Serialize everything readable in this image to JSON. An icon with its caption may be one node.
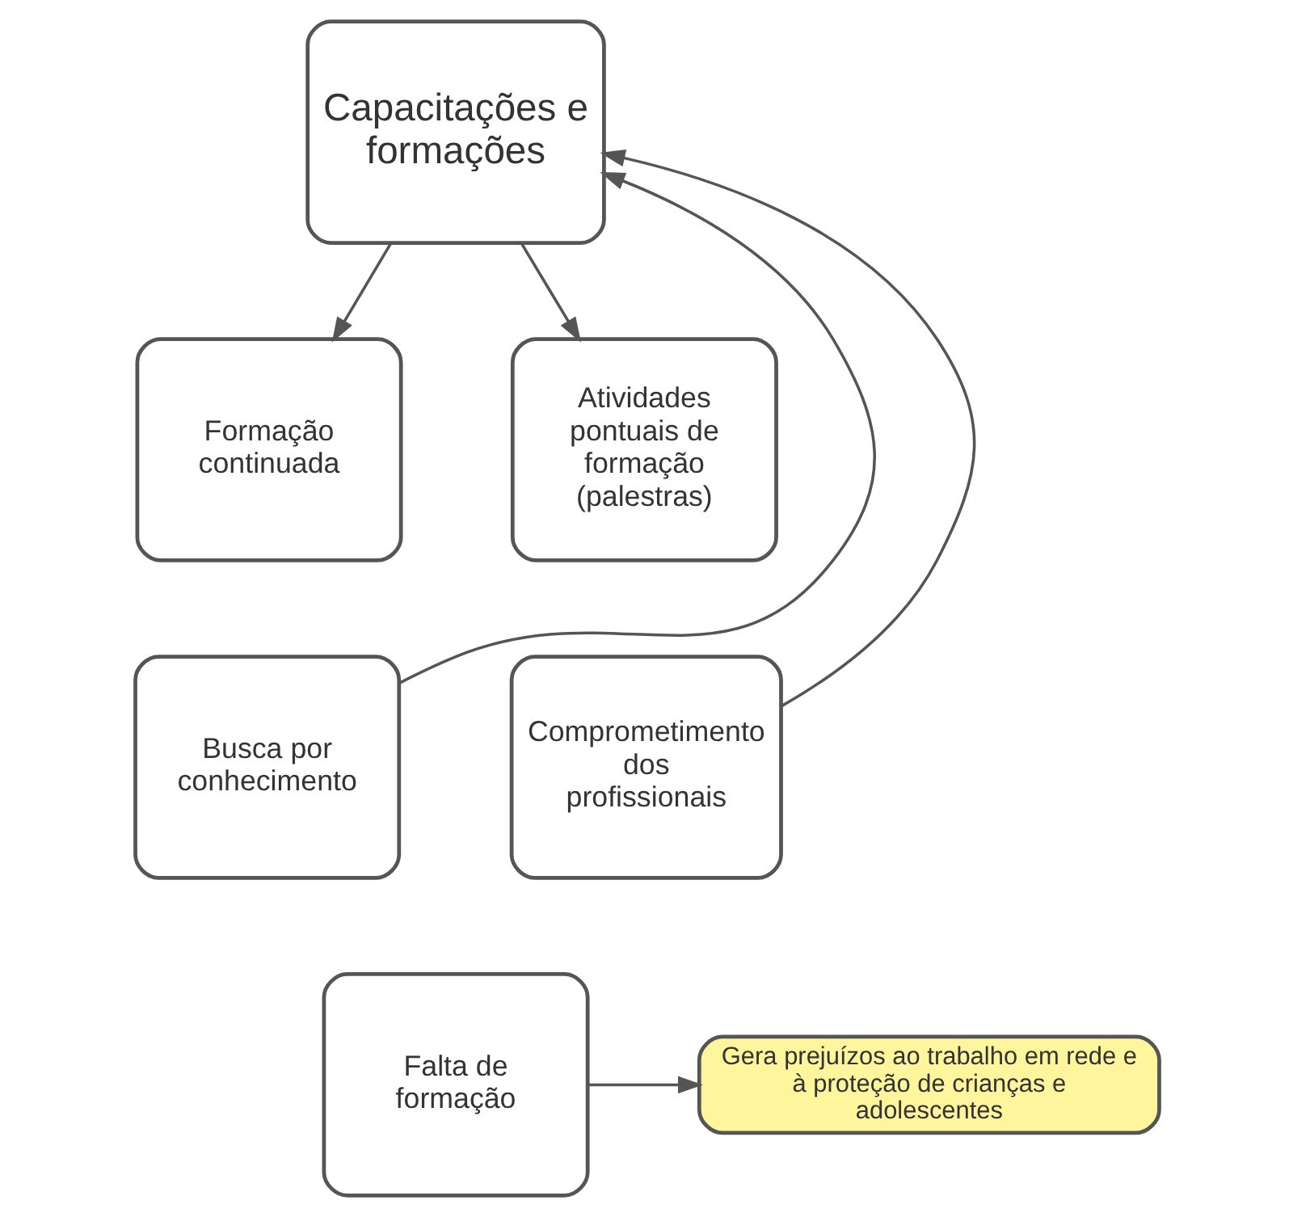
{
  "diagram": {
    "nodes": [
      {
        "text": [
          "Capacitações e formações"
        ]
      },
      {
        "text": [
          "Formação continuada"
        ]
      },
      {
        "text": [
          "Atividades pontuais de formação (palestras)"
        ]
      },
      {
        "text": [
          "Busca por conhecimento"
        ]
      },
      {
        "text": [
          "Comprometimento dos profissionais"
        ]
      },
      {
        "text": [
          "Falta de formação"
        ]
      },
      {
        "text": [
          "Gera prejuízos ao trabalho em rede e à proteção de crianças e adolescentes"
        ]
      }
    ],
    "edges": [
      {
        "from": 0,
        "to": 1,
        "arrow": "to"
      },
      {
        "from": 0,
        "to": 2,
        "arrow": "to"
      },
      {
        "from": 3,
        "to": 0,
        "arrow": "to"
      },
      {
        "from": 4,
        "to": 0,
        "arrow": "to"
      },
      {
        "from": 5,
        "to": 6,
        "arrow": "to"
      }
    ]
  }
}
